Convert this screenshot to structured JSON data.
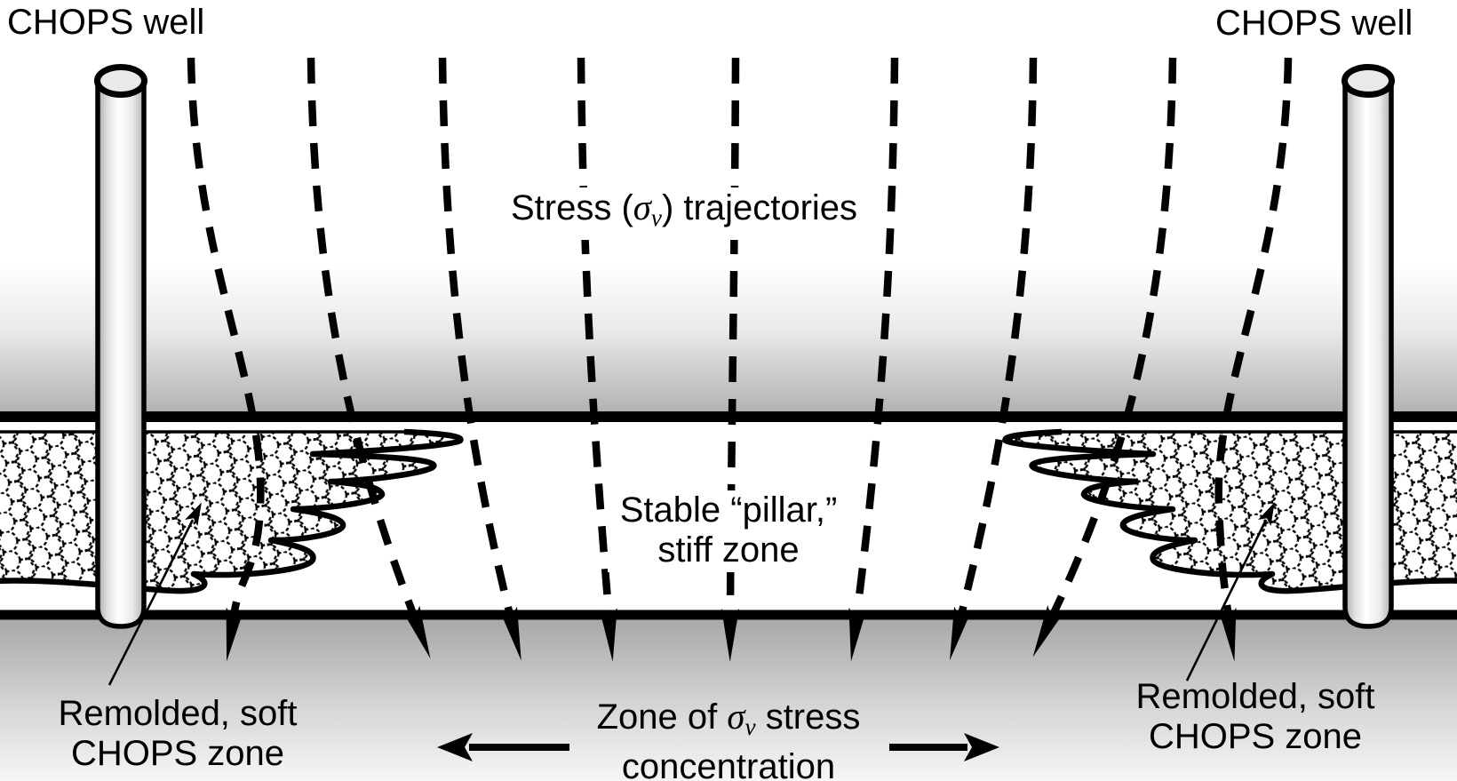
{
  "figure": {
    "description": "Schematic cross-section of two CHOPS wells with vertical stress trajectories concentrating on a stable pillar between remolded soft zones"
  },
  "labels": {
    "well_left": "CHOPS well",
    "well_right": "CHOPS well",
    "stress": {
      "pre": "Stress (",
      "sigma": "σ",
      "sub": "v",
      "post": ") trajectories"
    },
    "pillar": {
      "line1": "Stable “pillar,”",
      "line2": "stiff zone"
    },
    "zone": {
      "line1_pre": "Zone of ",
      "sigma": "σ",
      "sub": "v",
      "line1_post": " stress",
      "line2": "concentration"
    },
    "remolded_left": {
      "line1": "Remolded, soft",
      "line2": "CHOPS zone"
    },
    "remolded_right": {
      "line1": "Remolded, soft",
      "line2": "CHOPS zone"
    }
  },
  "colors": {
    "ink": "#000000",
    "background": "#ffffff",
    "overburden_gray": "#b2b2b2",
    "underburden_gray": "#a8a8a8",
    "well_pipe_fill": "#f2f2f2",
    "well_cap_fill": "#e9e9e9"
  },
  "counts": {
    "stress_trajectories": 9,
    "chops_wells": 2,
    "remolded_zones": 2,
    "downward_stress_arrows": 9
  }
}
